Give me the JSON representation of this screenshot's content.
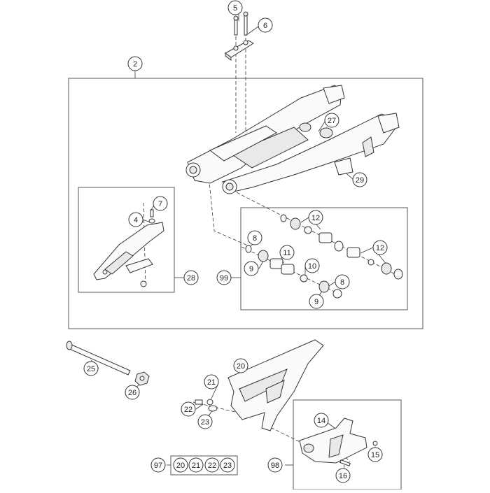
{
  "callouts": {
    "c5": "5",
    "c6": "6",
    "c2": "2",
    "c27": "27",
    "c29": "29",
    "c7": "7",
    "c4": "4",
    "c28": "28",
    "c12a": "12",
    "c12b": "12",
    "c8a": "8",
    "c8b": "8",
    "c11": "11",
    "c9a": "9",
    "c9b": "9",
    "c10": "10",
    "c99": "99",
    "c20": "20",
    "c21": "21",
    "c22": "22",
    "c23": "23",
    "c25": "25",
    "c26": "26",
    "c14": "14",
    "c15": "15",
    "c16": "16",
    "c98": "98",
    "c97": "97"
  },
  "kit97_items": [
    "20",
    "21",
    "22",
    "23"
  ]
}
